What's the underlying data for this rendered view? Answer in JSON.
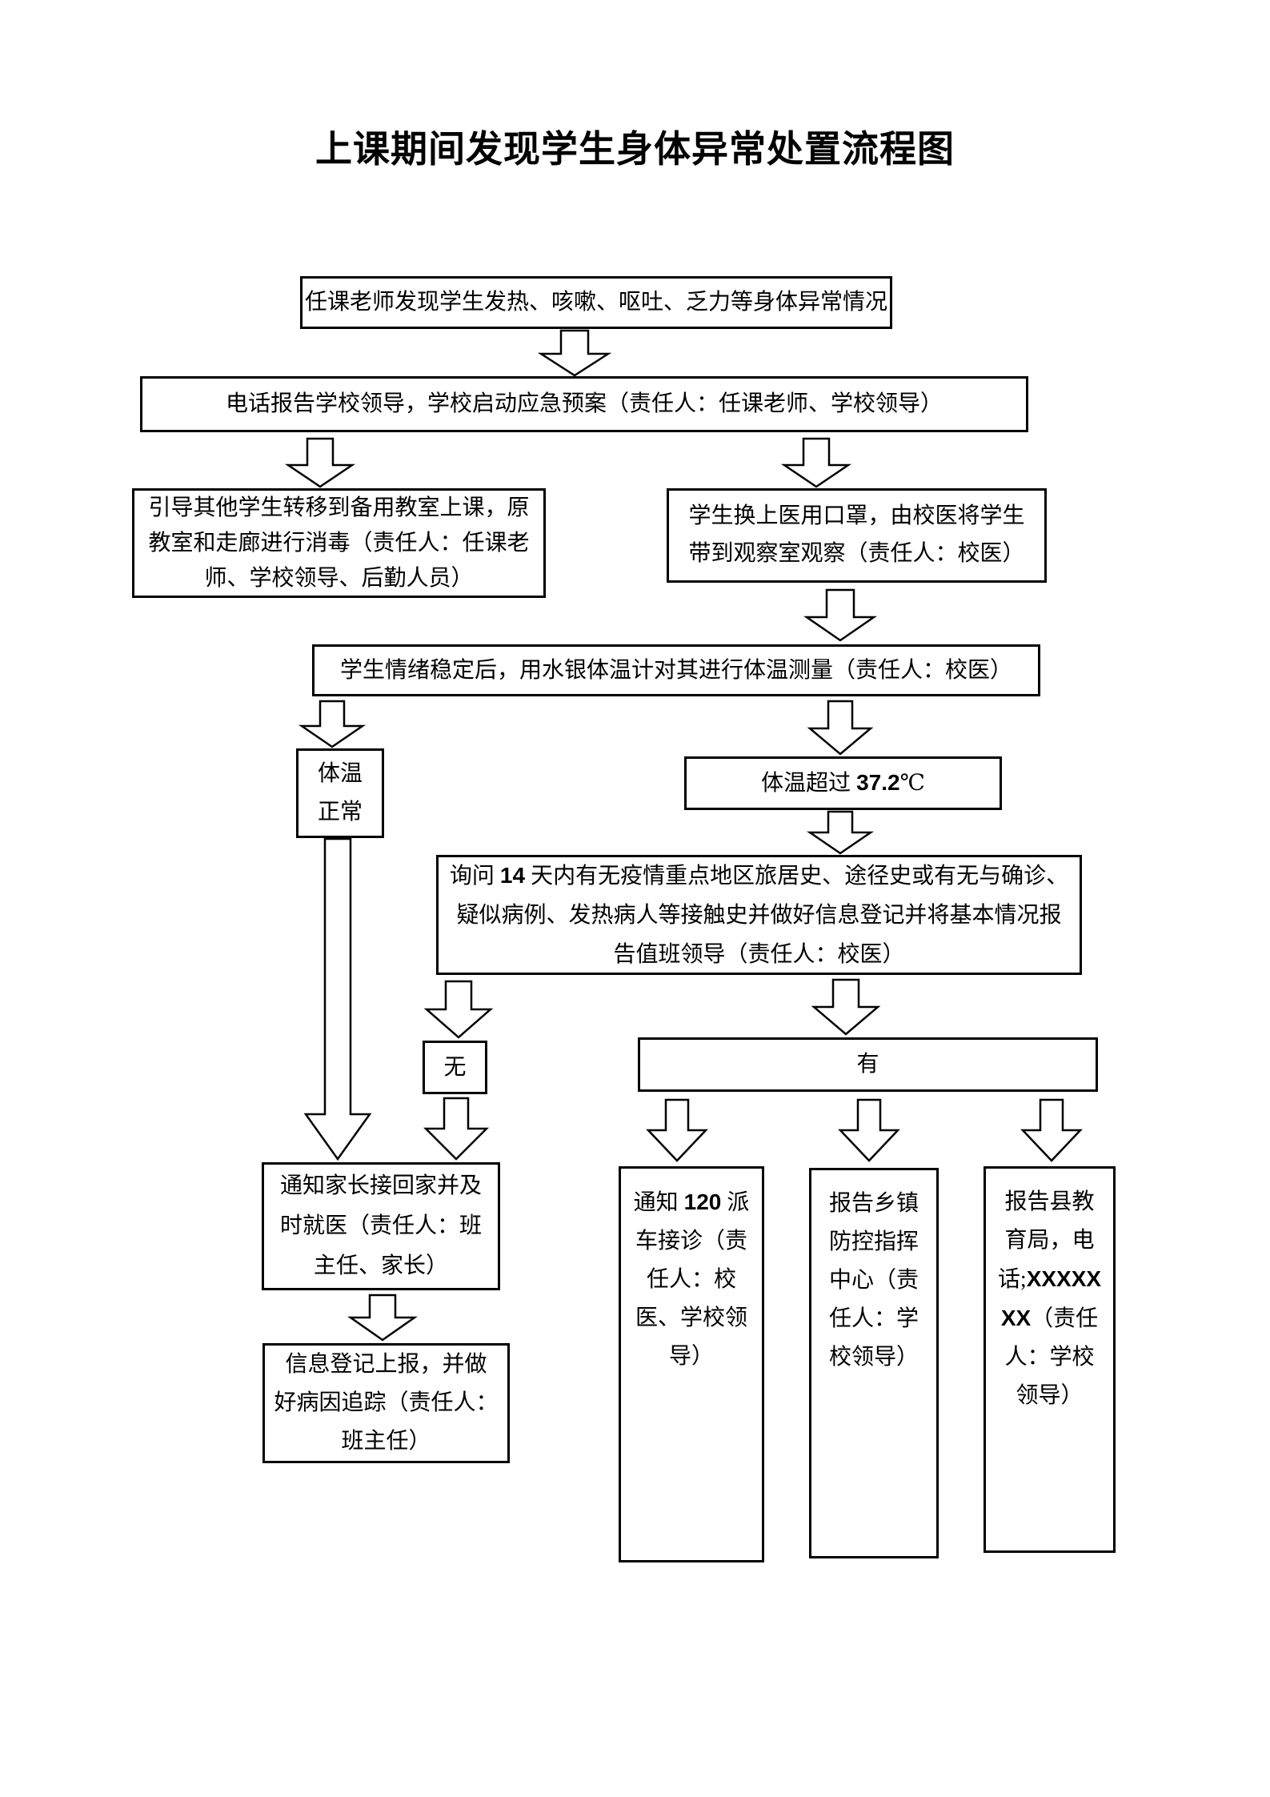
{
  "title": "上课期间发现学生身体异常处置流程图",
  "colors": {
    "line": "#000000",
    "background": "#ffffff",
    "text": "#000000"
  },
  "nodes": {
    "discover": {
      "text": "任课老师发现学生发热、咳嗽、呕吐、乏力等身体异常情况"
    },
    "report": {
      "text": "电话报告学校领导，学校启动应急预案（责任人：任课老师、学校领导）"
    },
    "transfer": {
      "line1": "引导其他学生转移到备用教室上课，原",
      "line2": "教室和走廊进行消毒（责任人：任课老",
      "line3": "师、学校领导、后勤人员）"
    },
    "mask": {
      "line1": "学生换上医用口罩，由校医将学生",
      "line2": "带到观察室观察（责任人：校医）"
    },
    "measure": {
      "text": "学生情绪稳定后，用水银体温计对其进行体温测量（责任人：校医）"
    },
    "normal": {
      "line1": "体温",
      "line2": "正常"
    },
    "fever": {
      "pre": "体温超过 ",
      "num": "37.2",
      "post": "℃"
    },
    "inquiry": {
      "l1_pre": "询问 ",
      "l1_num": "14",
      "l1_post": " 天内有无疫情重点地区旅居史、途径史或有无与确诊、",
      "line2": "疑似病例、发热病人等接触史并做好信息登记并将基本情况报",
      "line3": "告值班领导（责任人：校医）"
    },
    "no": {
      "text": "无"
    },
    "yes": {
      "text": "有"
    },
    "notify_parents": {
      "line1": "通知家长接回家并及",
      "line2": "时就医（责任人：班",
      "line3": "主任、家长）"
    },
    "register": {
      "line1": "信息登记上报，并做",
      "line2": "好病因追踪（责任人：",
      "line3": "班主任）"
    },
    "call120": {
      "l1_pre": "通知 ",
      "l1_num": "120",
      "l1_post": " 派",
      "line2": "车接诊（责",
      "line3": "任人：校",
      "line4": "医、学校领",
      "line5": "导）"
    },
    "town": {
      "line1": "报告乡镇",
      "line2": "防控指挥",
      "line3": "中心（责",
      "line4": "任人：学",
      "line5": "校领导）"
    },
    "county": {
      "line1": "报告县教",
      "line2": "育局，电",
      "l3_pre": "话;",
      "l3_num": "XXXXX",
      "l4_num": "XX",
      "l4_post": "（责任",
      "line5": "人：学校",
      "line6": "领导）"
    }
  }
}
